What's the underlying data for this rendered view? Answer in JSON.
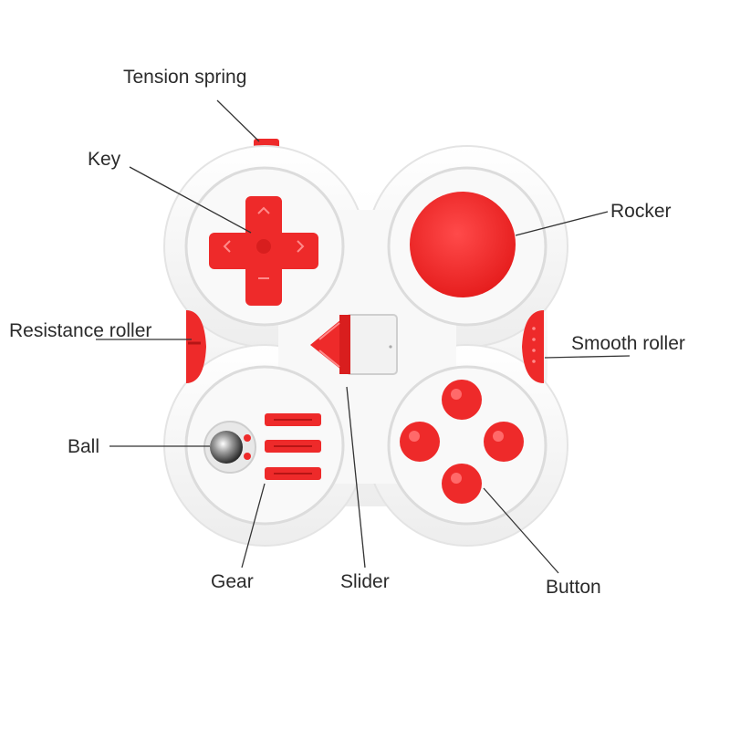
{
  "labels": {
    "tension_spring": "Tension spring",
    "key": "Key",
    "rocker": "Rocker",
    "resistance_roller": "Resistance roller",
    "smooth_roller": "Smooth roller",
    "ball": "Ball",
    "gear": "Gear",
    "slider": "Slider",
    "button": "Button"
  },
  "colors": {
    "accent_red": "#ee2a2a",
    "body_white": "#f7f7f7",
    "leader_line": "#333333"
  }
}
